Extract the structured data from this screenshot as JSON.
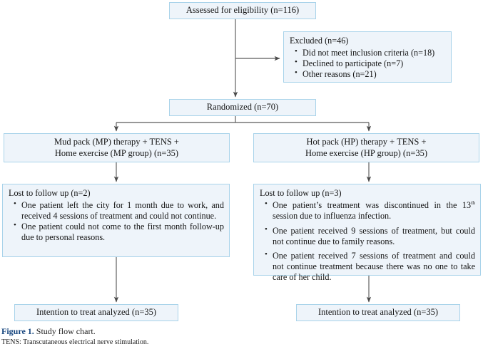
{
  "figure": {
    "caption_number": "Figure 1.",
    "caption_text": " Study flow chart.",
    "footnote": "TENS: Transcutaneous electrical nerve stimulation.",
    "accent_color": "#16457e",
    "box_fill": "#eef4fa",
    "box_border": "#a9d3ea",
    "line_color": "#555555"
  },
  "nodes": {
    "assessed": {
      "label": "Assessed for eligibility (n=116)"
    },
    "excluded": {
      "header": "Excluded (n=46)",
      "items": [
        "Did not meet inclusion criteria (n=18)",
        "Declined to participate (n=7)",
        "Other reasons (n=21)"
      ]
    },
    "randomized": {
      "label": "Randomized (n=70)"
    },
    "mud_pack_group": {
      "line1": "Mud pack (MP) therapy + TENS +",
      "line2": "Home exercise (MP group) (n=35)"
    },
    "hot_pack_group": {
      "line1": "Hot pack (HP) therapy + TENS +",
      "line2": "Home exercise (HP group) (n=35)"
    },
    "lost_mp": {
      "header": "Lost to follow up (n=2)",
      "items": [
        "One patient left the city for 1 month due to work, and received 4 sessions of treatment and could not continue.",
        "One patient could not come to the first month follow-up due to personal reasons."
      ]
    },
    "lost_hp": {
      "header": "Lost to follow up (n=3)",
      "items": [
        {
          "pre": "One patient’s treatment was discontinued in the 13",
          "sup": "th",
          "post": " session due to influenza infection."
        },
        {
          "pre": "One patient received 9 sessions of treatment, but could not continue due to family reasons.",
          "sup": "",
          "post": ""
        },
        {
          "pre": "One patient received 7 sessions of treatment and could not continue treatment because there was no one to take care of her child.",
          "sup": "",
          "post": ""
        }
      ]
    },
    "itt_mp": {
      "label": "Intention to treat analyzed (n=35)"
    },
    "itt_hp": {
      "label": "Intention to treat analyzed (n=35)"
    }
  }
}
